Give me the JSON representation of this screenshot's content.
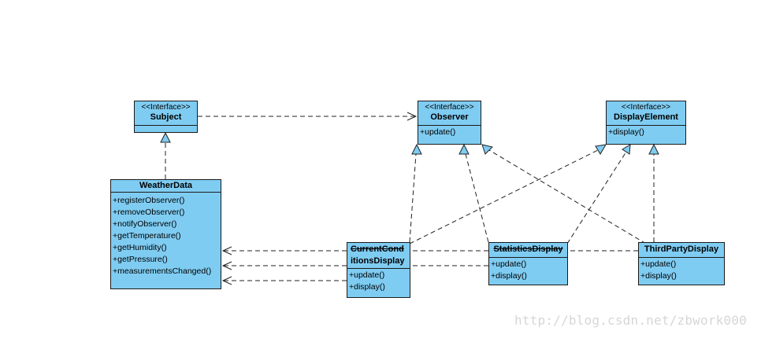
{
  "classes": {
    "subject": {
      "stereotype": "<<Interface>>",
      "name": "Subject"
    },
    "observer": {
      "stereotype": "<<Interface>>",
      "name": "Observer",
      "ops": [
        "+update()"
      ]
    },
    "display_element": {
      "stereotype": "<<Interface>>",
      "name": "DisplayElement",
      "ops": [
        "+display()"
      ]
    },
    "weather_data": {
      "name": "WeatherData",
      "ops": [
        "+registerObserver()",
        "+removeObserver()",
        "+notifyObserver()",
        "+getTemperature()",
        "+getHumidity()",
        "+getPressure()",
        "+measurementsChanged()"
      ]
    },
    "current_conditions": {
      "name_line1": "CurrentCond",
      "name_line2": "itionsDisplay",
      "ops": [
        "+update()",
        "+display()"
      ]
    },
    "statistics": {
      "name": "StatisticsDisplay",
      "ops": [
        "+update()",
        "+display()"
      ]
    },
    "third_party": {
      "name": "ThirdPartyDisplay",
      "ops": [
        "+update()",
        "+display()"
      ]
    }
  },
  "watermark": "http://blog.csdn.net/zbwork000",
  "colors": {
    "class_fill": "#7fccf2",
    "border": "#1a1a1a",
    "watermark": "#d6d6d6"
  }
}
